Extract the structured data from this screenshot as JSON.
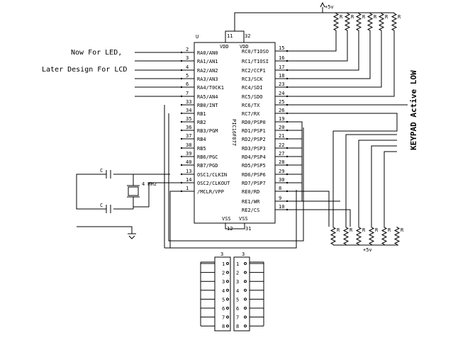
{
  "notes": {
    "led": "Now For LED,",
    "lcd": "Later Design For LCD",
    "keypad": "KEYPAD Active LOW"
  },
  "chip": {
    "name": "PIC16F877",
    "u_label": "U",
    "vdd": "VDD",
    "vss": "VSS",
    "pin11": "11",
    "pin32": "32",
    "pin12": "12",
    "pin31": "31"
  },
  "left_pins": [
    {
      "num": "2",
      "name": "RA0/AN0"
    },
    {
      "num": "3",
      "name": "RA1/AN1"
    },
    {
      "num": "4",
      "name": "RA2/AN2"
    },
    {
      "num": "5",
      "name": "RA3/AN3"
    },
    {
      "num": "6",
      "name": "RA4/T0CK1"
    },
    {
      "num": "7",
      "name": "RA5/AN4"
    },
    {
      "num": "33",
      "name": "RB0/INT"
    },
    {
      "num": "34",
      "name": "RB1"
    },
    {
      "num": "35",
      "name": "RB2"
    },
    {
      "num": "36",
      "name": "RB3/PGM"
    },
    {
      "num": "37",
      "name": "RB4"
    },
    {
      "num": "38",
      "name": "RB5"
    },
    {
      "num": "39",
      "name": "RB6/PGC"
    },
    {
      "num": "40",
      "name": "RB7/PGD"
    },
    {
      "num": "13",
      "name": "OSC1/CLKIN"
    },
    {
      "num": "14",
      "name": "OSC2/CLKOUT"
    },
    {
      "num": "1",
      "name": "/MCLR/VPP"
    }
  ],
  "right_pins": [
    {
      "num": "15",
      "name": "RC0/T1OSO"
    },
    {
      "num": "16",
      "name": "RC1/T1OSI"
    },
    {
      "num": "17",
      "name": "RC2/CCP1"
    },
    {
      "num": "18",
      "name": "RC3/SCK"
    },
    {
      "num": "23",
      "name": "RC4/SDI"
    },
    {
      "num": "24",
      "name": "RC5/SDO"
    },
    {
      "num": "25",
      "name": "RC6/TX"
    },
    {
      "num": "26",
      "name": "RC7/RX"
    },
    {
      "num": "19",
      "name": "RD0/PSP0"
    },
    {
      "num": "20",
      "name": "RD1/PSP1"
    },
    {
      "num": "21",
      "name": "RD2/PSP2"
    },
    {
      "num": "22",
      "name": "RD3/PSP3"
    },
    {
      "num": "27",
      "name": "RD4/PSP4"
    },
    {
      "num": "28",
      "name": "RD5/PSP5"
    },
    {
      "num": "29",
      "name": "RD6/PSP6"
    },
    {
      "num": "30",
      "name": "RD7/PSP7"
    },
    {
      "num": "8",
      "name": "RE0/RD"
    },
    {
      "num": "9",
      "name": "RE1/WR"
    },
    {
      "num": "10",
      "name": "RE2/CS"
    }
  ],
  "oscillator": {
    "cap_label": "C",
    "crystal_label": "4 MHz"
  },
  "power": {
    "top": "+5v",
    "bottom": "+5v",
    "resistor_label": "R"
  },
  "dip": {
    "left_header": "3",
    "right_header": "3",
    "positions": [
      "1",
      "2",
      "3",
      "4",
      "5",
      "6",
      "7",
      "8"
    ]
  }
}
